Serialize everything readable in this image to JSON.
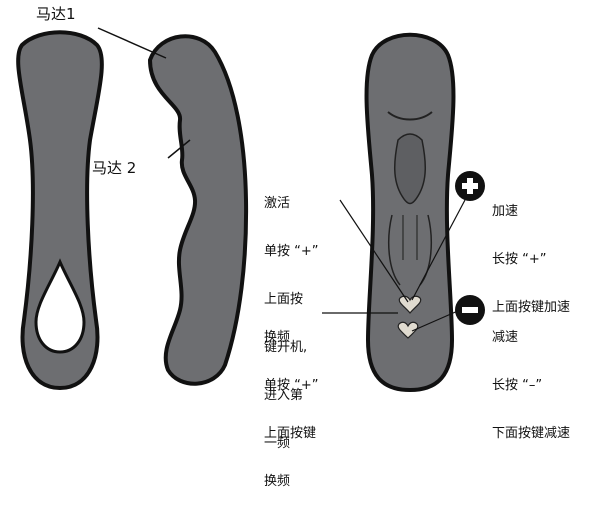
{
  "labels": {
    "motor1": "马达1",
    "motor2": "马达 2",
    "activate": [
      "激活",
      "单按 “+”",
      "上面按",
      "键开机,",
      "进入第",
      "一频"
    ],
    "switch_freq": [
      "换频",
      "单按 “+”",
      "上面按键",
      "换频"
    ],
    "speed_up": [
      "加速",
      "长按 “+”",
      "上面按键加速"
    ],
    "speed_down": [
      "减速",
      "长按 “–”",
      "下面按键减速"
    ]
  },
  "colors": {
    "device_body": "#6d6e71",
    "outline": "#111111",
    "button_icon": "#111111"
  },
  "icons": [
    "plus-circle-icon",
    "minus-circle-icon",
    "heart-button-icon"
  ]
}
